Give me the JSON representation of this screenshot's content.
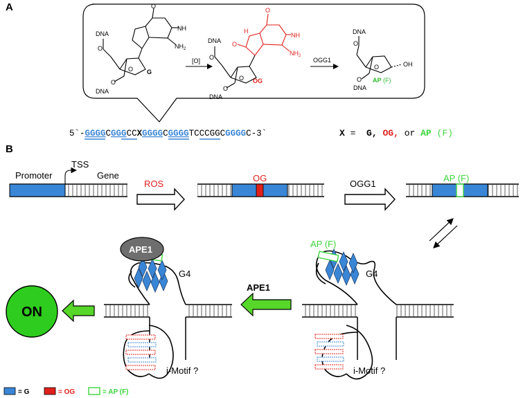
{
  "panel_labels": {
    "a": "A",
    "b": "B"
  },
  "chem": {
    "g_label": "G",
    "og_label": "OG",
    "ap_label": "AP",
    "ap_suffix": "(F)",
    "dna": "DNA",
    "o": "O",
    "nh": "NH",
    "nh2": "NH",
    "n": "N",
    "h": "H",
    "oh": "OH",
    "two": "2",
    "oxidation": "[O]",
    "ogg1": "OGG1"
  },
  "sequence": {
    "prefix": "5`-",
    "g1": "GGGG",
    "c1": "C",
    "g2": "GGG",
    "cc": "CC",
    "x": "X",
    "g3": "GGGG",
    "c2": "C",
    "g4": "GGGG",
    "mid": "TCCCGGC",
    "g5": "GGGG",
    "suffix": "C-3`",
    "x_eq": "X",
    "eq": "=",
    "opt_g": "G,",
    "opt_og": "OG,",
    "or": "or",
    "opt_ap": "AP",
    "opt_f": "(F)"
  },
  "panel_b": {
    "promoter": "Promoter",
    "tss": "TSS",
    "gene": "Gene",
    "ros": "ROS",
    "og": "OG",
    "ogg1": "OGG1",
    "ap_f": "AP (F)",
    "g4": "G4",
    "ape1_enzyme": "APE1",
    "ape1_arrow": "APE1",
    "imotif": "i-Motif ?",
    "on": "ON"
  },
  "legend": {
    "g": "= G",
    "og": "= OG",
    "ap": "= AP (F)"
  },
  "colors": {
    "g_blue": "#3a86d6",
    "og_red": "#e0201b",
    "ap_green": "#3cd63c",
    "arrow_green": "#56d72a",
    "on_green": "#2ecc1e",
    "enzyme_gray": "#6e6e6e"
  }
}
